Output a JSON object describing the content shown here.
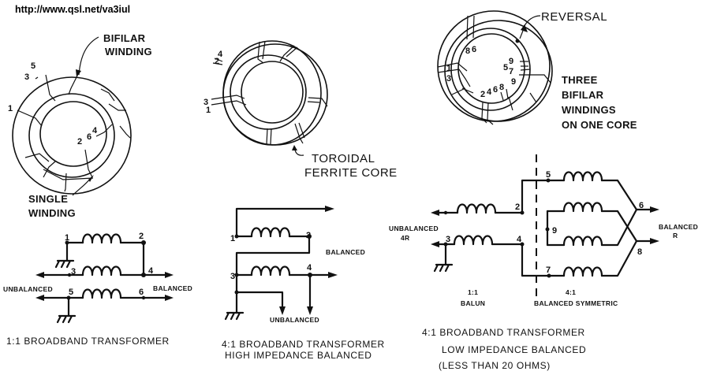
{
  "header": {
    "url": "http://www.qsl.net/va3iul"
  },
  "colors": {
    "ink": "#111111",
    "paper": "#ffffff"
  },
  "toroid1": {
    "label_top_1": "BIFILAR",
    "label_top_2": "WINDING",
    "label_bottom_1": "SINGLE",
    "label_bottom_2": "WINDING",
    "pins": [
      "5",
      "3",
      "1",
      "2",
      "6",
      "4"
    ]
  },
  "toroid2": {
    "label_1": "TOROIDAL",
    "label_2": "FERRITE  CORE",
    "pins": [
      "4",
      "2",
      "3",
      "1"
    ]
  },
  "toroid3": {
    "label_reversal": "REVERSAL",
    "label_1": "THREE",
    "label_2": "BIFILAR",
    "label_3": "WINDINGS",
    "label_4": "ON ONE CORE",
    "pins": [
      "8",
      "6",
      "1",
      "3",
      "9",
      "5",
      "7",
      "9",
      "2",
      "4",
      "6",
      "8"
    ]
  },
  "circuit1": {
    "pins": [
      "1",
      "2",
      "3",
      "4",
      "5",
      "6"
    ],
    "unbalanced": "UNBALANCED",
    "balanced": "BALANCED",
    "caption": "1:1 BROADBAND  TRANSFORMER"
  },
  "circuit2": {
    "pins": [
      "1",
      "2",
      "3",
      "4"
    ],
    "balanced": "BALANCED",
    "unbalanced": "UNBALANCED",
    "caption_1": "4:1 BROADBAND  TRANSFORMER",
    "caption_2": "HIGH IMPEDANCE BALANCED"
  },
  "circuit3": {
    "pins": [
      "2",
      "3",
      "4",
      "5",
      "6",
      "7",
      "8",
      "9"
    ],
    "unbalanced_1": "UNBALANCED",
    "unbalanced_2": "4R",
    "balanced_1": "BALANCED",
    "balanced_2": "R",
    "section_left_1": "1:1",
    "section_left_2": "BALUN",
    "section_right_1": "4:1",
    "section_right_2": "BALANCED  SYMMETRIC",
    "caption_1": "4:1 BROADBAND  TRANSFORMER",
    "caption_2": "LOW IMPEDANCE   BALANCED",
    "caption_3": "(LESS  THAN  20  OHMS)"
  }
}
